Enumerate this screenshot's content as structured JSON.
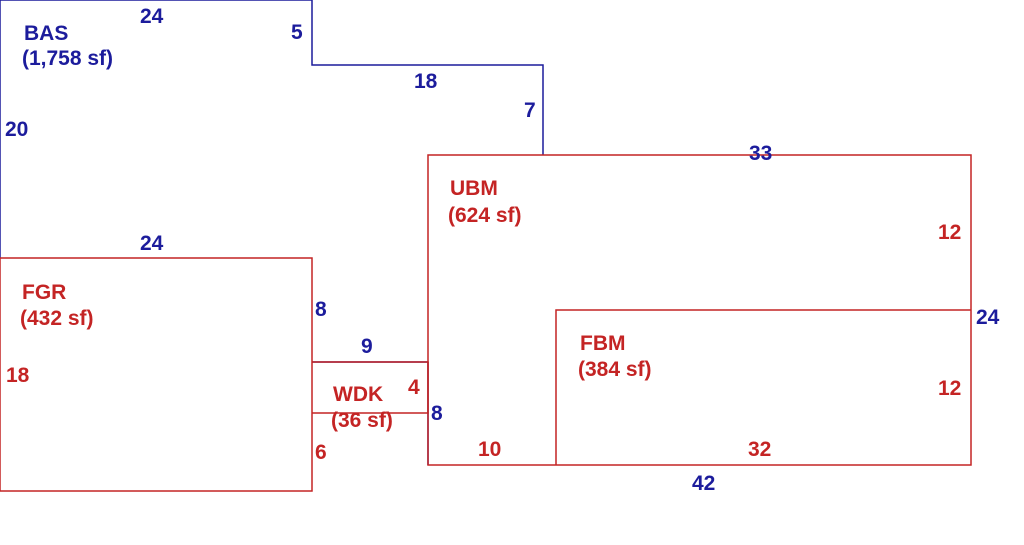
{
  "colors": {
    "blue": "#1c1c9c",
    "red": "#c42424"
  },
  "areas": {
    "bas": {
      "name": "BAS",
      "size": "(1,758 sf)"
    },
    "fgr": {
      "name": "FGR",
      "size": "(432 sf)"
    },
    "ubm": {
      "name": "UBM",
      "size": "(624 sf)"
    },
    "fbm": {
      "name": "FBM",
      "size": "(384 sf)"
    },
    "wdk": {
      "name": "WDK",
      "size": "(36 sf)"
    }
  },
  "dims": {
    "bas_top": "24",
    "bas_step_drop": "5",
    "bas_step_run": "18",
    "bas_right_drop": "7",
    "bas_left": "20",
    "bas_bottom": "24",
    "ubm_top": "33",
    "ubm_right": "12",
    "overall_right": "24",
    "fbm_right": "12",
    "fbm_bottom": "32",
    "ubm_bottom_left": "10",
    "overall_bottom": "42",
    "fgr_right_upper": "8",
    "connector_top": "9",
    "wdk_right": "4",
    "connector_right": "8",
    "fgr_left": "18",
    "fgr_right_lower": "6"
  }
}
